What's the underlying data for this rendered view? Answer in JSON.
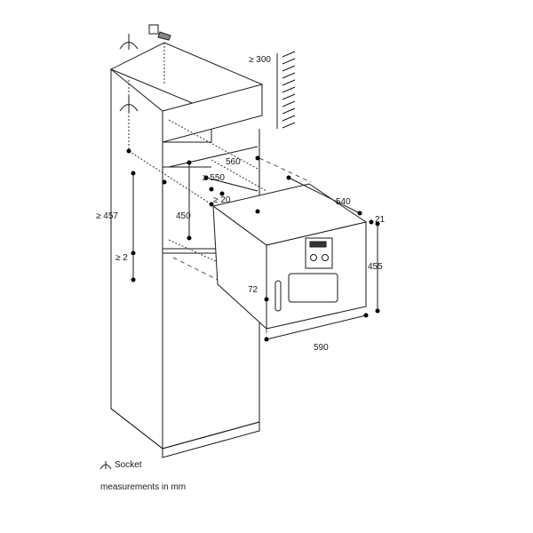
{
  "dimensions": {
    "top_clearance": "≥ 300",
    "niche_width": "560",
    "niche_depth": "≥ 550",
    "gap": "≥ 20",
    "niche_height_min": "≥ 457",
    "niche_height": "450",
    "bottom_gap": "≥ 2",
    "appliance_depth": "540",
    "front_offset": "21",
    "appliance_height": "455",
    "door_offset": "72",
    "appliance_width": "590"
  },
  "legend": {
    "socket_label": "Socket",
    "units_note": "measurements in mm"
  }
}
